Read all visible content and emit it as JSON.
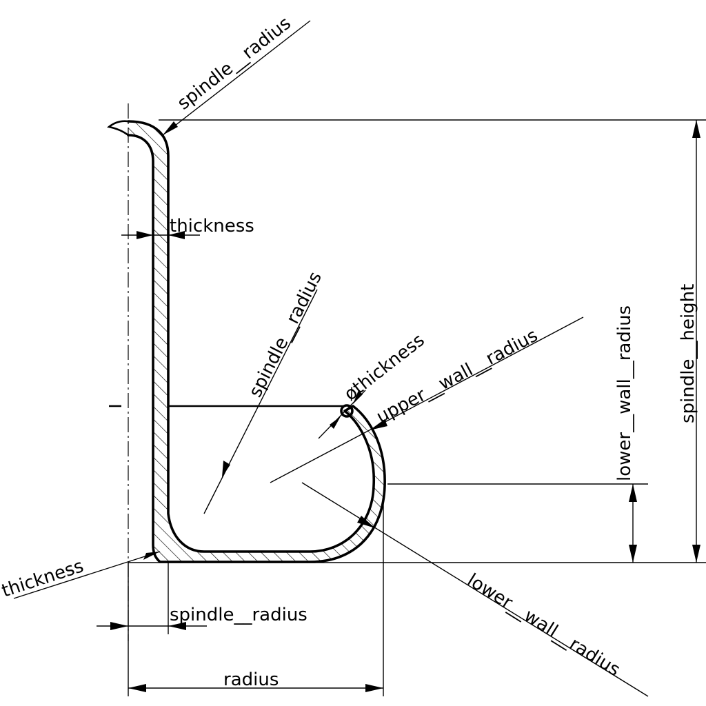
{
  "labels": {
    "spindle_radius_top": "spindle__radius",
    "thickness_upper": "thickness",
    "spindle_radius_center": "spindle__radius",
    "diam_thickness": "øthickness",
    "upper_wall_radius": "upper__wall__radius",
    "lower_wall_radius_vertical": "lower__wall__radius",
    "spindle_height": "spindle__height",
    "thickness_lower": "thickness",
    "spindle_radius_bottom": "spindle__radius",
    "radius": "radius",
    "lower_wall_radius_diagonal": "lower__wall__radius"
  },
  "colors": {
    "ink": "#000000",
    "background": "#ffffff"
  }
}
